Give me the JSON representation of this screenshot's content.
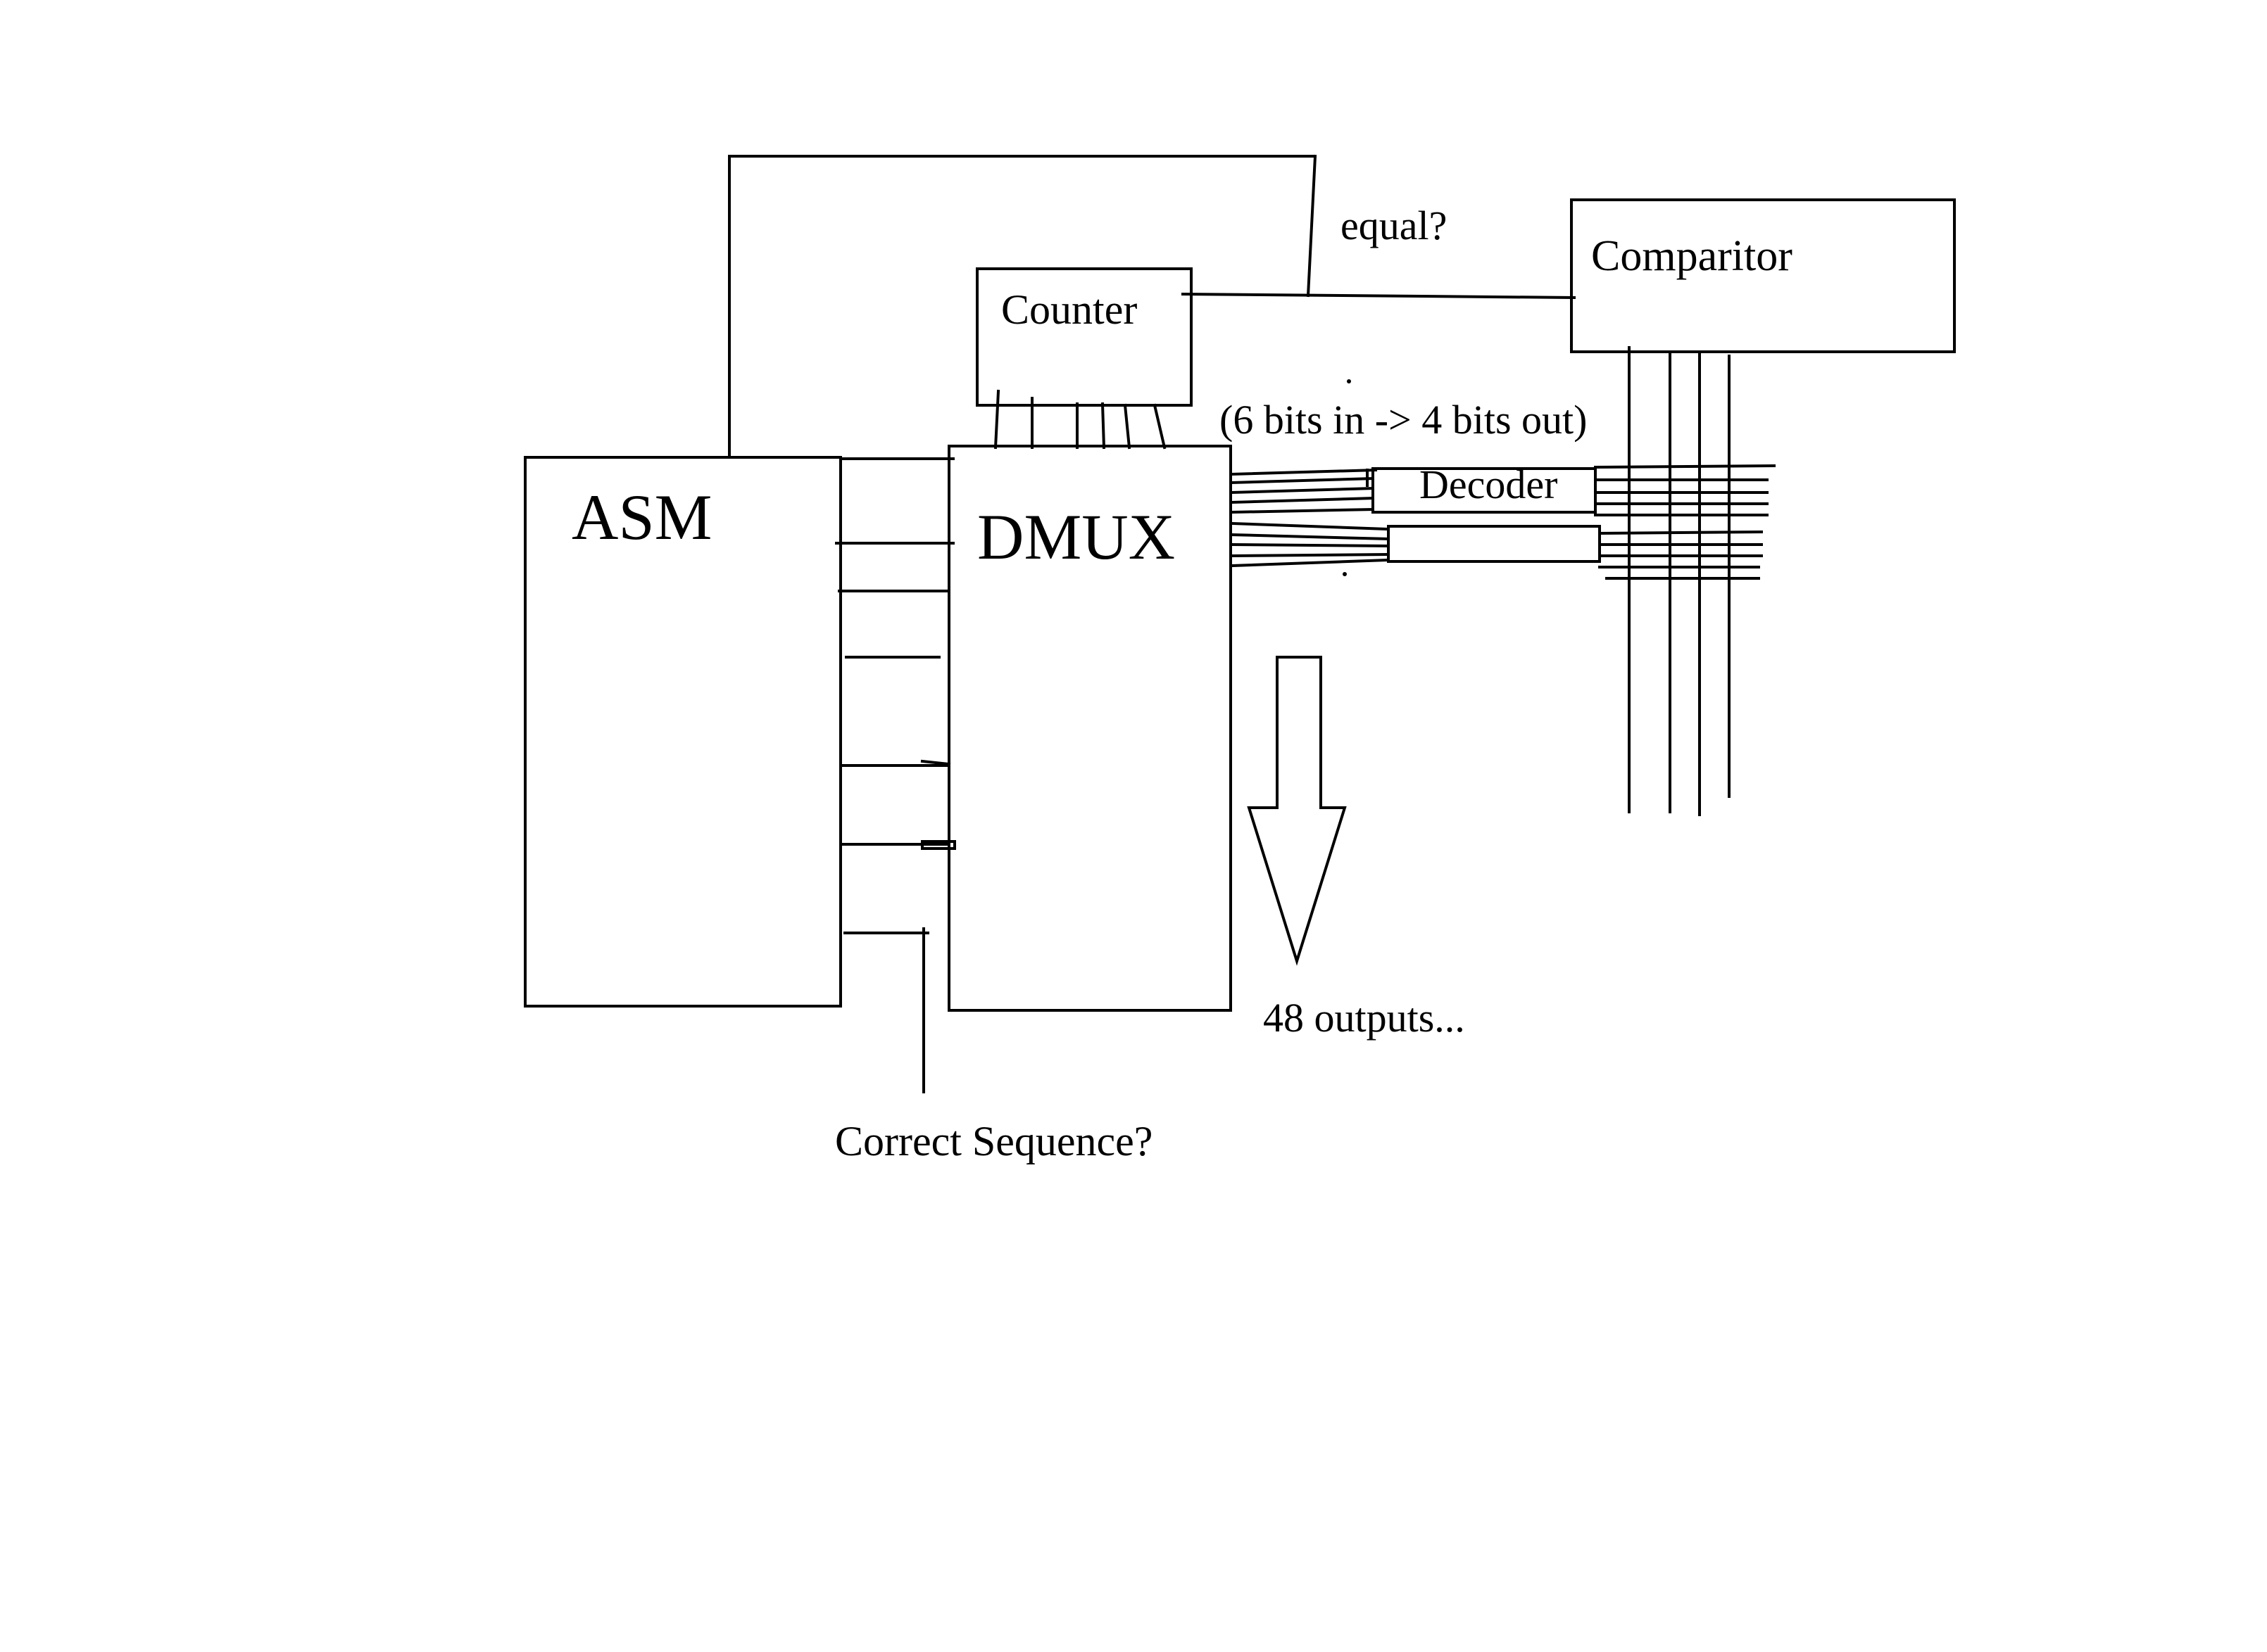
{
  "labels": {
    "asm": "ASM",
    "dmux": "DMUX",
    "counter": "Counter",
    "comparitor": "Comparitor",
    "decoder": "Decoder",
    "equal": "equal?",
    "bits_note": "(6 bits in -> 4 bits out)",
    "outputs": "48 outputs...",
    "correct_sequence": "Correct Sequence?"
  }
}
